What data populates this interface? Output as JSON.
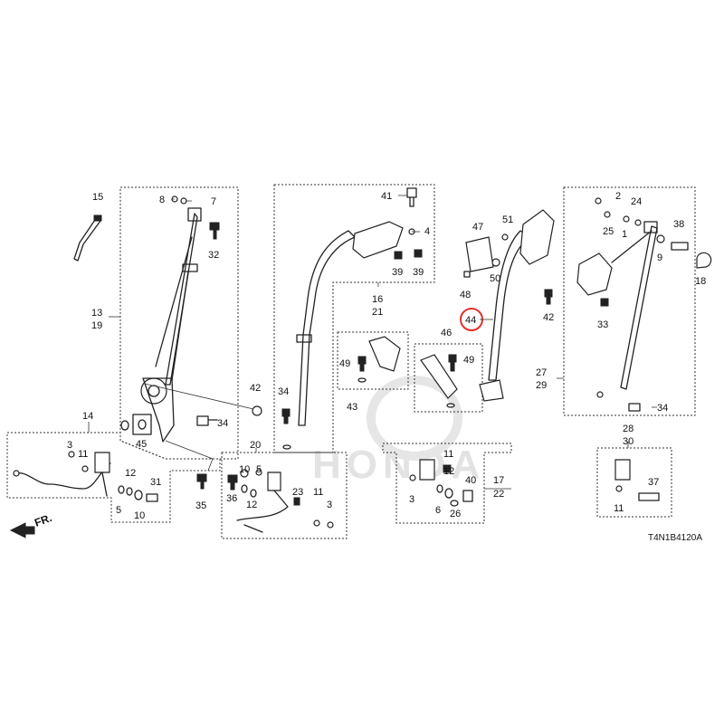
{
  "watermark": "HONDA",
  "direction_label": "FR.",
  "diagram_code": "T4N1B4120A",
  "highlighted_callout": "44",
  "callouts": [
    {
      "id": "c15",
      "label": "15"
    },
    {
      "id": "c8",
      "label": "8"
    },
    {
      "id": "c7",
      "label": "7"
    },
    {
      "id": "c32",
      "label": "32"
    },
    {
      "id": "c13",
      "label": "13"
    },
    {
      "id": "c19",
      "label": "19"
    },
    {
      "id": "c42a",
      "label": "42"
    },
    {
      "id": "c34a",
      "label": "34"
    },
    {
      "id": "c45",
      "label": "45"
    },
    {
      "id": "c14",
      "label": "14"
    },
    {
      "id": "c3a",
      "label": "3"
    },
    {
      "id": "c11a",
      "label": "11"
    },
    {
      "id": "c12a",
      "label": "12"
    },
    {
      "id": "c31",
      "label": "31"
    },
    {
      "id": "c5a",
      "label": "5"
    },
    {
      "id": "c10a",
      "label": "10"
    },
    {
      "id": "c35",
      "label": "35"
    },
    {
      "id": "c41",
      "label": "41"
    },
    {
      "id": "c4",
      "label": "4"
    },
    {
      "id": "c39a",
      "label": "39"
    },
    {
      "id": "c39b",
      "label": "39"
    },
    {
      "id": "c16",
      "label": "16"
    },
    {
      "id": "c21",
      "label": "21"
    },
    {
      "id": "c34b",
      "label": "34"
    },
    {
      "id": "c49a",
      "label": "49"
    },
    {
      "id": "c43",
      "label": "43"
    },
    {
      "id": "c46",
      "label": "46"
    },
    {
      "id": "c49b",
      "label": "49"
    },
    {
      "id": "c20",
      "label": "20"
    },
    {
      "id": "c10b",
      "label": "10"
    },
    {
      "id": "c5b",
      "label": "5"
    },
    {
      "id": "c36",
      "label": "36"
    },
    {
      "id": "c12b",
      "label": "12"
    },
    {
      "id": "c23",
      "label": "23"
    },
    {
      "id": "c11b",
      "label": "11"
    },
    {
      "id": "c3b",
      "label": "3"
    },
    {
      "id": "c47",
      "label": "47"
    },
    {
      "id": "c51",
      "label": "51"
    },
    {
      "id": "c50",
      "label": "50"
    },
    {
      "id": "c48",
      "label": "48"
    },
    {
      "id": "c44",
      "label": "44"
    },
    {
      "id": "c11c",
      "label": "11"
    },
    {
      "id": "c3c",
      "label": "3"
    },
    {
      "id": "c12c",
      "label": "12"
    },
    {
      "id": "c6",
      "label": "6"
    },
    {
      "id": "c40",
      "label": "40"
    },
    {
      "id": "c26",
      "label": "26"
    },
    {
      "id": "c17",
      "label": "17"
    },
    {
      "id": "c22",
      "label": "22"
    },
    {
      "id": "c2",
      "label": "2"
    },
    {
      "id": "c24",
      "label": "24"
    },
    {
      "id": "c38",
      "label": "38"
    },
    {
      "id": "c25",
      "label": "25"
    },
    {
      "id": "c1",
      "label": "1"
    },
    {
      "id": "c9",
      "label": "9"
    },
    {
      "id": "c18",
      "label": "18"
    },
    {
      "id": "c42b",
      "label": "42"
    },
    {
      "id": "c33",
      "label": "33"
    },
    {
      "id": "c27",
      "label": "27"
    },
    {
      "id": "c29",
      "label": "29"
    },
    {
      "id": "c34c",
      "label": "34"
    },
    {
      "id": "c28",
      "label": "28"
    },
    {
      "id": "c30",
      "label": "30"
    },
    {
      "id": "c37",
      "label": "37"
    },
    {
      "id": "c11d",
      "label": "11"
    }
  ]
}
